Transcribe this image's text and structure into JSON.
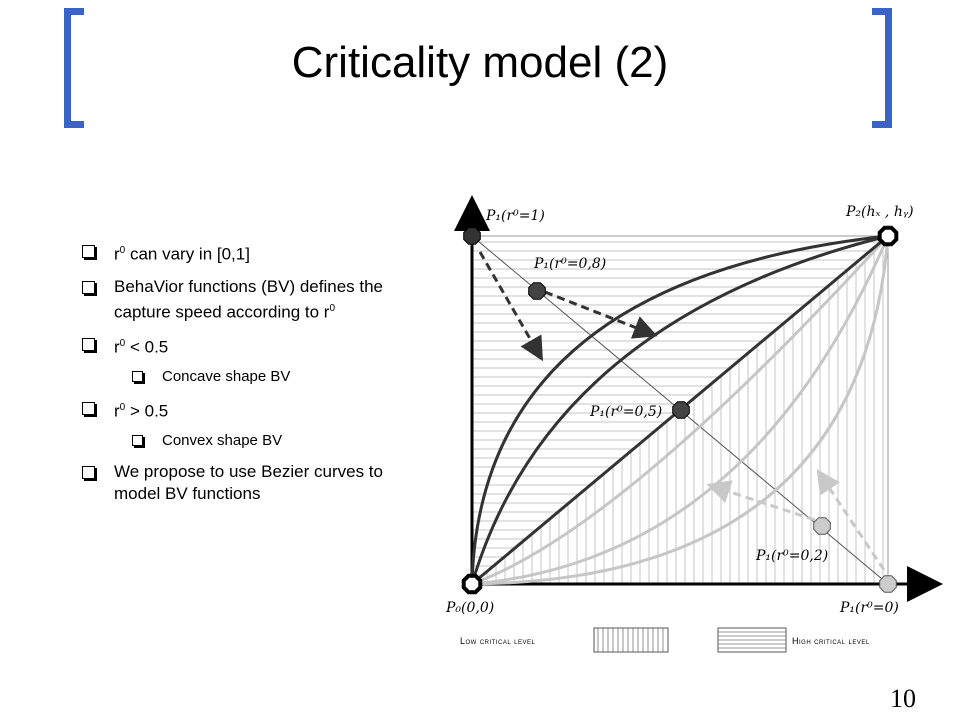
{
  "slide": {
    "title": "Criticality model (2)",
    "page_number": "10",
    "accent_color": "#3a63c8"
  },
  "bullets": [
    {
      "pre": "r",
      "sup": "0",
      "text": " can vary in [0,1]"
    },
    {
      "pre": "BehaVior functions (BV) defines the capture speed according to r",
      "sup": "0",
      "text": ""
    },
    {
      "pre": "r",
      "sup": "0",
      "text": " < 0.5"
    },
    {
      "sub": "Concave shape BV"
    },
    {
      "pre": "r",
      "sup": "0",
      "text": " > 0.5"
    },
    {
      "sub": "Convex shape BV"
    },
    {
      "pre": "We propose to use Bezier curves to model BV functions",
      "sup": "",
      "text": ""
    }
  ],
  "diagram": {
    "labels": {
      "p1_r1": "P₁(r⁰=1)",
      "p2": "P₂(hₓ , hᵧ)",
      "p1_r08": "P₁(r⁰=0,8)",
      "p1_r05": "P₁(r⁰=0,5)",
      "p1_r02": "P₁(r⁰=0,2)",
      "p0": "P₀(0,0)",
      "p1_r0": "P₁(r⁰=0)"
    },
    "legend": {
      "low": "Low critical level",
      "high": "High critical level"
    }
  }
}
